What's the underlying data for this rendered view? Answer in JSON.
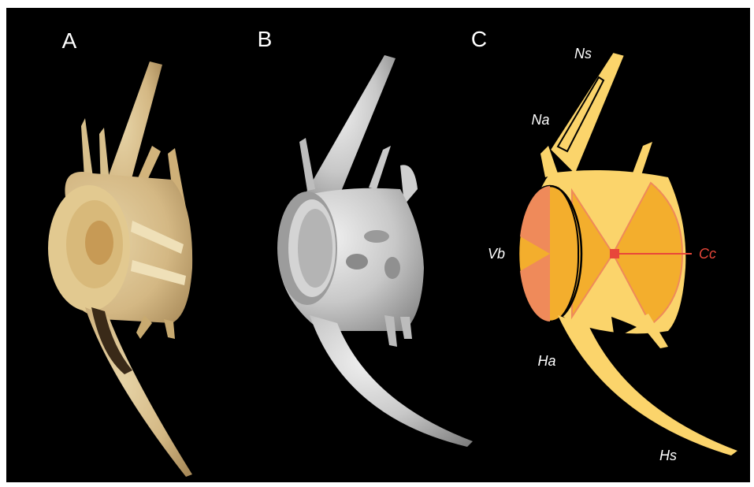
{
  "panels": [
    {
      "letter": "A",
      "content": "photograph of a vertebra (specimen)"
    },
    {
      "letter": "B",
      "content": "3D rendered model of the vertebra"
    },
    {
      "letter": "C",
      "content": "schematic drawing of the vertebra"
    }
  ],
  "schematic_labels": {
    "ns": "Ns",
    "na": "Na",
    "vb": "Vb",
    "cc": "Cc",
    "ha": "Ha",
    "hs": "Hs"
  },
  "colors": {
    "background": "#000000",
    "bone_light": "#FBD46B",
    "centrum": "#F3AE2D",
    "vertebral_body_face": "#EF8A5A",
    "cc_marker": "#E8473A",
    "specimen_photo": "#D9C190",
    "render_grey": "#C7C7C7",
    "label_text": "#FFFFFF"
  }
}
